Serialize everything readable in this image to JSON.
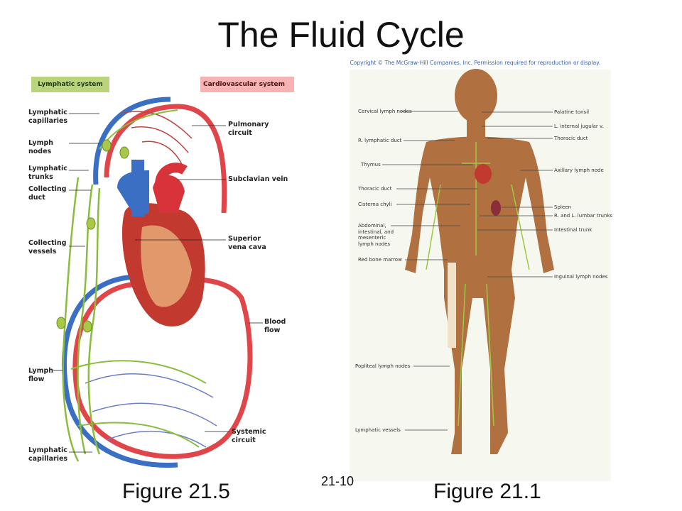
{
  "title": "The Fluid Cycle",
  "copyright": "Copyright © The McGraw-Hill Companies, Inc. Permission required for reproduction or display.",
  "legend": {
    "lymphatic": "Lymphatic system",
    "cardiovascular": "Cardiovascular system"
  },
  "left_labels": {
    "lymphatic_capillaries_top": "Lymphatic capillaries",
    "lymph_nodes": "Lymph nodes",
    "lymphatic_trunks": "Lymphatic trunks",
    "collecting_duct": "Collecting duct",
    "collecting_vessels": "Collecting vessels",
    "lymph_flow": "Lymph flow",
    "lymphatic_capillaries_bottom": "Lymphatic capillaries",
    "pulmonary_circuit": "Pulmonary circuit",
    "subclavian_vein": "Subclavian vein",
    "superior_vena_cava": "Superior vena cava",
    "blood_flow": "Blood flow",
    "systemic_circuit": "Systemic circuit"
  },
  "right_labels": {
    "cervical_lymph_nodes": "Cervical lymph nodes",
    "r_lymphatic_duct": "R. lymphatic duct",
    "thymus": "Thymus",
    "thoracic_duct_left": "Thoracic duct",
    "cisterna_chyli": "Cisterna chyli",
    "abdominal": "Abdominal, intestinal, and mesenteric lymph nodes",
    "red_bone_marrow": "Red bone marrow",
    "popliteal": "Popliteal lymph nodes",
    "lymphatic_vessels": "Lymphatic vessels",
    "palatine_tonsil": "Palatine tonsil",
    "internal_jugular": "L. internal jugular v.",
    "thoracic_duct_right": "Thoracic duct",
    "axillary": "Axillary lymph node",
    "spleen": "Spleen",
    "lumbar_trunks": "R. and L. lumbar trunks",
    "intestinal_trunk": "Intestinal trunk",
    "inguinal": "Inguinal lymph nodes"
  },
  "figure_left": "Figure 21.5",
  "figure_right": "Figure 21.1",
  "page_number": "21-10",
  "colors": {
    "lymph": "#8bbd3c",
    "artery": "#e0454a",
    "vein": "#3b6fc4",
    "skin": "#b07040"
  }
}
